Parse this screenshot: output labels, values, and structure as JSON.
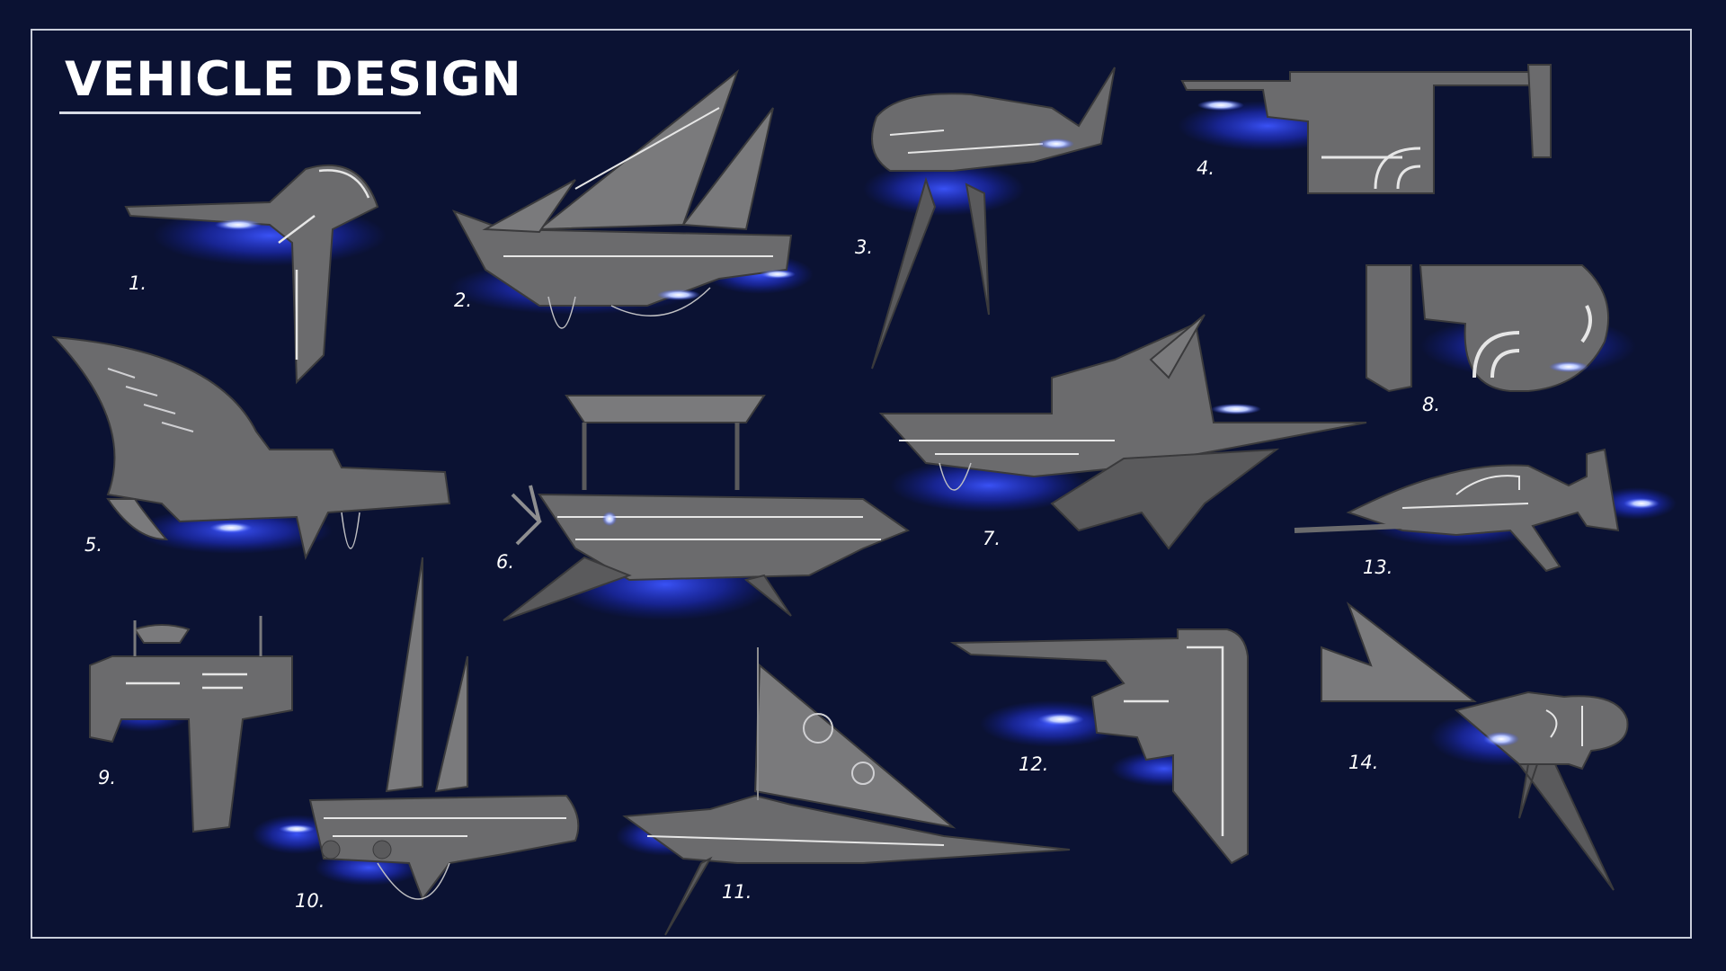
{
  "title": "VEHICLE DESIGN",
  "palette": {
    "background": "#0b1233",
    "frame": "#c9cdda",
    "vehicle_body": "#6b6b6d",
    "vehicle_dark": "#3f3f42",
    "vehicle_light": "#8e8e90",
    "panel_lines": "#e6e6e6",
    "thruster_glow": "#2a3cff",
    "thruster_core": "#b9c8ff"
  },
  "vehicles": [
    {
      "label": "1."
    },
    {
      "label": "2."
    },
    {
      "label": "3."
    },
    {
      "label": "4."
    },
    {
      "label": "5."
    },
    {
      "label": "6."
    },
    {
      "label": "7."
    },
    {
      "label": "8."
    },
    {
      "label": "9."
    },
    {
      "label": "10."
    },
    {
      "label": "11."
    },
    {
      "label": "12."
    },
    {
      "label": "13."
    },
    {
      "label": "14."
    }
  ]
}
